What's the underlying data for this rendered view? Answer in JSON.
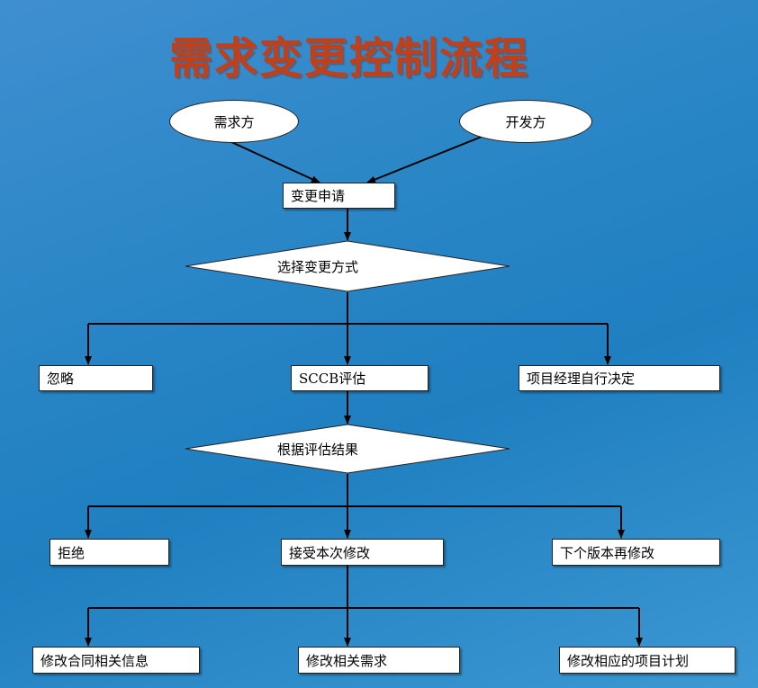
{
  "title": "需求变更控制流程",
  "nodes": {
    "requester": "需求方",
    "developer": "开发方",
    "change_request": "变更申请",
    "choose_method": "选择变更方式",
    "ignore": "忽略",
    "sccb_eval": "SCCB评估",
    "pm_decide": "项目经理自行决定",
    "by_result": "根据评估结果",
    "reject": "拒绝",
    "accept": "接受本次修改",
    "next_version": "下个版本再修改",
    "modify_contract": "修改合同相关信息",
    "modify_requirements": "修改相关需求",
    "modify_plan": "修改相应的项目计划"
  }
}
